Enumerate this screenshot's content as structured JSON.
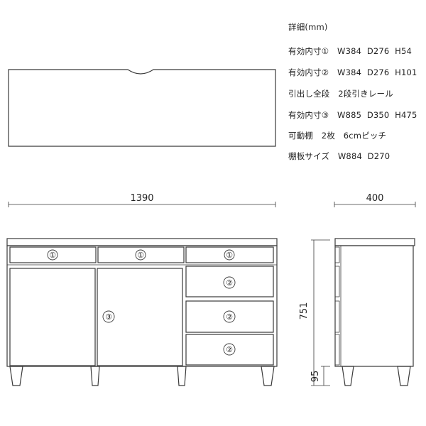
{
  "specs": {
    "title": "詳細(mm)",
    "lines": [
      "有効内寸①　W384  D276  H54",
      "有効内寸②　W384  D276  H101",
      "引出し全段　2段引きレール",
      "有効内寸③　W885  D350  H475",
      "可動棚　2枚　6cmピッチ",
      "棚板サイズ　W884  D270"
    ]
  },
  "dimensions": {
    "width": "1390",
    "depth": "400",
    "height": "751",
    "leg_height": "95"
  },
  "markers": {
    "drawer_small": "①",
    "drawer_large": "②",
    "cabinet": "③"
  },
  "colors": {
    "line": "#3a3a3a",
    "text": "#222222",
    "background": "#ffffff"
  }
}
